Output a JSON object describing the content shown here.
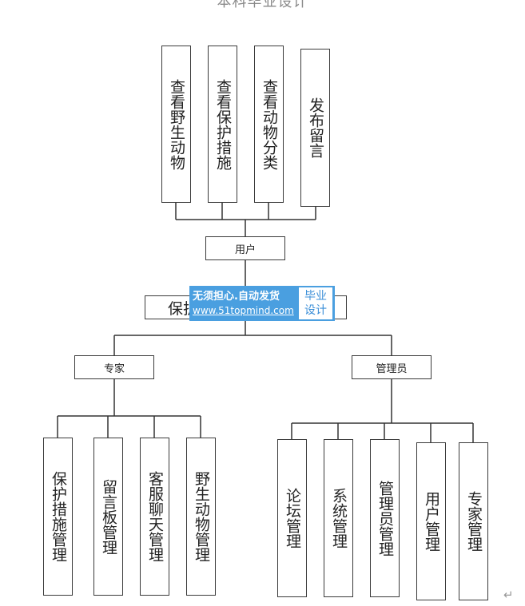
{
  "header": {
    "title": "本科毕业设计"
  },
  "diagram": {
    "user_functions": [
      "查看野生动物",
      "查看保护措施",
      "查看动物分类",
      "发布留言"
    ],
    "user": "用户",
    "middle": "保护",
    "expert": "专家",
    "admin": "管理员",
    "expert_functions": [
      "保护措施管理",
      "留言板管理",
      "客服聊天管理",
      "野生动物管理"
    ],
    "admin_functions": [
      "论坛管理",
      "系统管理",
      "管理员管理",
      "用户管理",
      "专家管理"
    ]
  },
  "watermark": {
    "line1": "无须担心.自动发货",
    "line2": "www.51topmind.com",
    "badge_line1": "毕业",
    "badge_line2": "设计"
  },
  "symbols": {
    "paragraph_mark": "↵"
  }
}
